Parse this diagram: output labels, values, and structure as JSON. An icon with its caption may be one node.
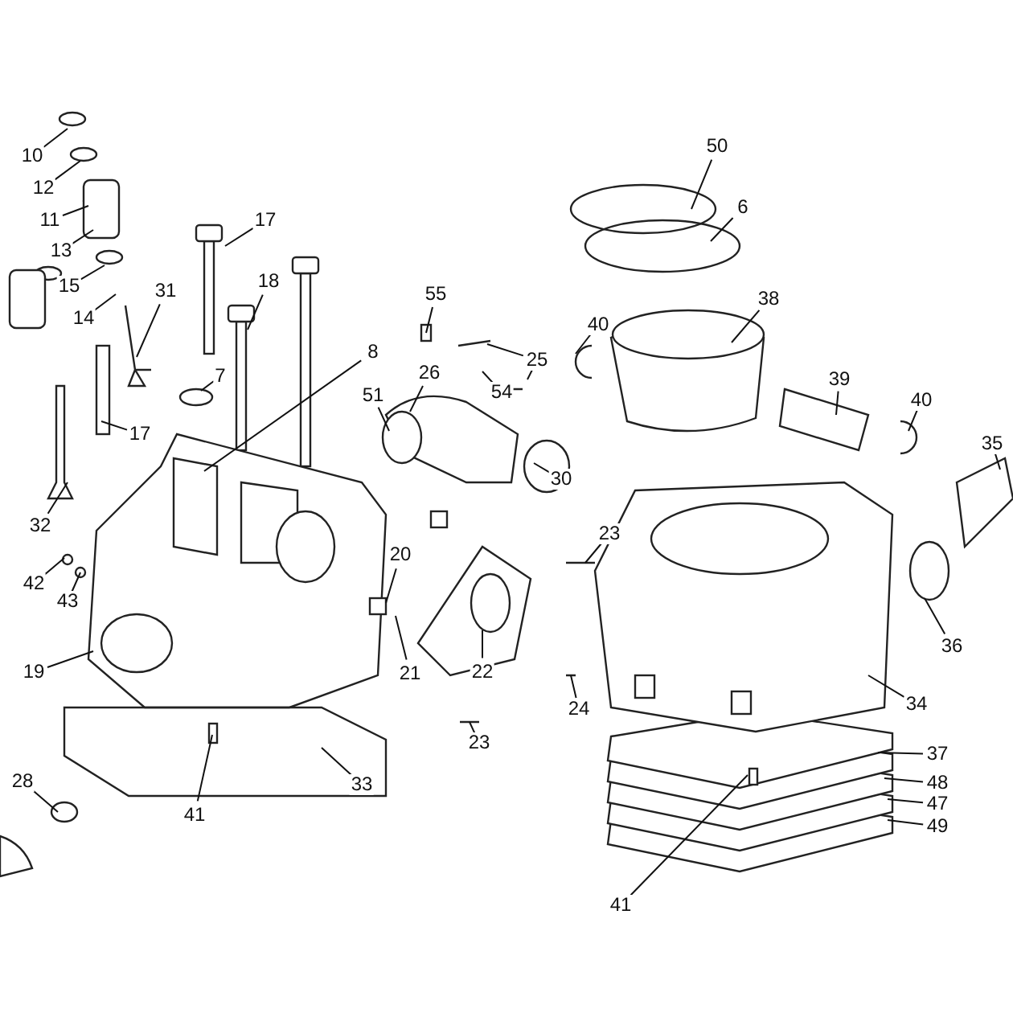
{
  "diagram": {
    "nodes": [
      {
        "text": [
          "10"
        ]
      },
      {
        "text": [
          "12"
        ]
      },
      {
        "text": [
          "11"
        ]
      },
      {
        "text": [
          "13"
        ]
      },
      {
        "text": [
          "15"
        ]
      },
      {
        "text": [
          "14"
        ]
      },
      {
        "text": [
          "31"
        ]
      },
      {
        "text": [
          "17"
        ]
      },
      {
        "text": [
          "18"
        ]
      },
      {
        "text": [
          "7"
        ]
      },
      {
        "text": [
          "8"
        ]
      },
      {
        "text": [
          "17"
        ]
      },
      {
        "text": [
          "32"
        ]
      },
      {
        "text": [
          "42"
        ]
      },
      {
        "text": [
          "43"
        ]
      },
      {
        "text": [
          "19"
        ]
      },
      {
        "text": [
          "28"
        ]
      },
      {
        "text": [
          "41"
        ]
      },
      {
        "text": [
          "33"
        ]
      },
      {
        "text": [
          "55"
        ]
      },
      {
        "text": [
          "26"
        ]
      },
      {
        "text": [
          "25"
        ]
      },
      {
        "text": [
          "54"
        ]
      },
      {
        "text": [
          "51"
        ]
      },
      {
        "text": [
          "30"
        ]
      },
      {
        "text": [
          "20"
        ]
      },
      {
        "text": [
          "21"
        ]
      },
      {
        "text": [
          "22"
        ]
      },
      {
        "text": [
          "23"
        ]
      },
      {
        "text": [
          "23"
        ]
      },
      {
        "text": [
          "24"
        ]
      },
      {
        "text": [
          "50"
        ]
      },
      {
        "text": [
          "6"
        ]
      },
      {
        "text": [
          "38"
        ]
      },
      {
        "text": [
          "40"
        ]
      },
      {
        "text": [
          "39"
        ]
      },
      {
        "text": [
          "40"
        ]
      },
      {
        "text": [
          "35"
        ]
      },
      {
        "text": [
          "36"
        ]
      },
      {
        "text": [
          "34"
        ]
      },
      {
        "text": [
          "37"
        ]
      },
      {
        "text": [
          "48"
        ]
      },
      {
        "text": [
          "47"
        ]
      },
      {
        "text": [
          "49"
        ]
      },
      {
        "text": [
          "41"
        ]
      }
    ],
    "edges": [
      {
        "from": 0,
        "to": null,
        "arrow": "none"
      },
      {
        "from": 1,
        "to": null,
        "arrow": "none"
      },
      {
        "from": 2,
        "to": null,
        "arrow": "none"
      },
      {
        "from": 3,
        "to": null,
        "arrow": "none"
      },
      {
        "from": 4,
        "to": null,
        "arrow": "none"
      },
      {
        "from": 5,
        "to": null,
        "arrow": "none"
      },
      {
        "from": 6,
        "to": null,
        "arrow": "none"
      },
      {
        "from": 7,
        "to": null,
        "arrow": "none"
      },
      {
        "from": 8,
        "to": null,
        "arrow": "none"
      },
      {
        "from": 9,
        "to": null,
        "arrow": "none"
      },
      {
        "from": 10,
        "to": null,
        "arrow": "none"
      },
      {
        "from": 11,
        "to": null,
        "arrow": "none"
      },
      {
        "from": 12,
        "to": null,
        "arrow": "none"
      },
      {
        "from": 13,
        "to": null,
        "arrow": "none"
      },
      {
        "from": 14,
        "to": null,
        "arrow": "none"
      },
      {
        "from": 15,
        "to": null,
        "arrow": "none"
      },
      {
        "from": 16,
        "to": null,
        "arrow": "none"
      },
      {
        "from": 17,
        "to": null,
        "arrow": "none"
      },
      {
        "from": 18,
        "to": null,
        "arrow": "none"
      },
      {
        "from": 19,
        "to": null,
        "arrow": "none"
      },
      {
        "from": 20,
        "to": null,
        "arrow": "none"
      },
      {
        "from": 21,
        "to": null,
        "arrow": "none"
      },
      {
        "from": 21,
        "to": null,
        "arrow": "none"
      },
      {
        "from": 22,
        "to": null,
        "arrow": "none"
      },
      {
        "from": 23,
        "to": null,
        "arrow": "none"
      },
      {
        "from": 24,
        "to": null,
        "arrow": "none"
      },
      {
        "from": 25,
        "to": null,
        "arrow": "none"
      },
      {
        "from": 26,
        "to": null,
        "arrow": "none"
      },
      {
        "from": 27,
        "to": null,
        "arrow": "none"
      },
      {
        "from": 28,
        "to": null,
        "arrow": "none"
      },
      {
        "from": 29,
        "to": null,
        "arrow": "none"
      },
      {
        "from": 30,
        "to": null,
        "arrow": "none"
      },
      {
        "from": 31,
        "to": null,
        "arrow": "none"
      },
      {
        "from": 32,
        "to": null,
        "arrow": "none"
      },
      {
        "from": 33,
        "to": null,
        "arrow": "none"
      },
      {
        "from": 34,
        "to": null,
        "arrow": "none"
      },
      {
        "from": 35,
        "to": null,
        "arrow": "none"
      },
      {
        "from": 36,
        "to": null,
        "arrow": "none"
      },
      {
        "from": 37,
        "to": null,
        "arrow": "none"
      },
      {
        "from": 38,
        "to": null,
        "arrow": "none"
      },
      {
        "from": 39,
        "to": null,
        "arrow": "none"
      },
      {
        "from": 40,
        "to": null,
        "arrow": "none"
      },
      {
        "from": 41,
        "to": null,
        "arrow": "none"
      },
      {
        "from": 42,
        "to": null,
        "arrow": "none"
      },
      {
        "from": 43,
        "to": null,
        "arrow": "none"
      },
      {
        "from": 44,
        "to": null,
        "arrow": "none"
      }
    ]
  }
}
